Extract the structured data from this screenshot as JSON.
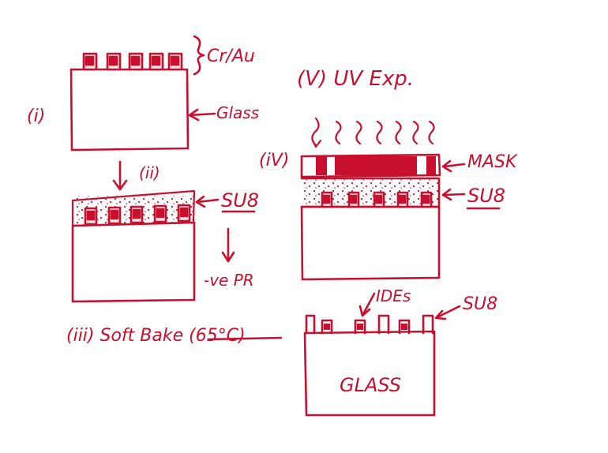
{
  "colors": {
    "ink": "#c8102e",
    "background": "#ffffff"
  },
  "labels": {
    "cr_au": "Cr/Au",
    "step1": "(i)",
    "glass_arrow": "Glass",
    "step2": "(ii)",
    "su8_left": "SU8",
    "neg_pr": "-ve PR",
    "step3": "(iii)  Soft Bake  (65°C)",
    "step5": "(V)   UV  Exp.",
    "step4": "(iV)",
    "mask": "MASK",
    "su8_right": "SU8",
    "ides": "IDEs",
    "su8_bottom": "SU8",
    "glass_inside": "GLASS"
  }
}
